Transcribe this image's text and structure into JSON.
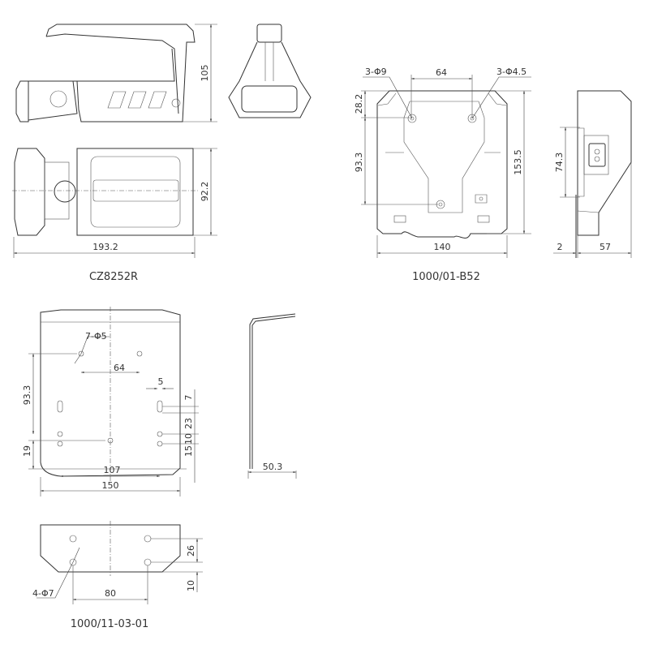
{
  "drawings": [
    {
      "label": "CZ8252R",
      "dims": {
        "height": "105",
        "width": "92.2",
        "length": "193.2"
      }
    },
    {
      "label": "1000/01-B52",
      "dims": {
        "holes_large": "3-Φ9",
        "holes_small": "3-Φ4.5",
        "hole_spacing": "64",
        "top_offset": "28.2",
        "vertical": "93.3",
        "height": "153.5",
        "width": "140",
        "side_height": "74.3",
        "thickness": "2",
        "depth": "57"
      }
    },
    {
      "label": "1000/11-03-01",
      "dims": {
        "holes": "7-Φ5",
        "hole_spacing": "64",
        "slot_width": "5",
        "vertical": "93.3",
        "bottom_offset": "19",
        "slot_len": "7",
        "d23": "23",
        "d10": "10",
        "d15": "15",
        "lower_spacing": "107",
        "width": "150",
        "depth": "50.3",
        "bottom_holes": "4-Φ7",
        "bottom_spacing": "80",
        "bottom_v": "26",
        "bottom_edge": "10"
      }
    }
  ]
}
